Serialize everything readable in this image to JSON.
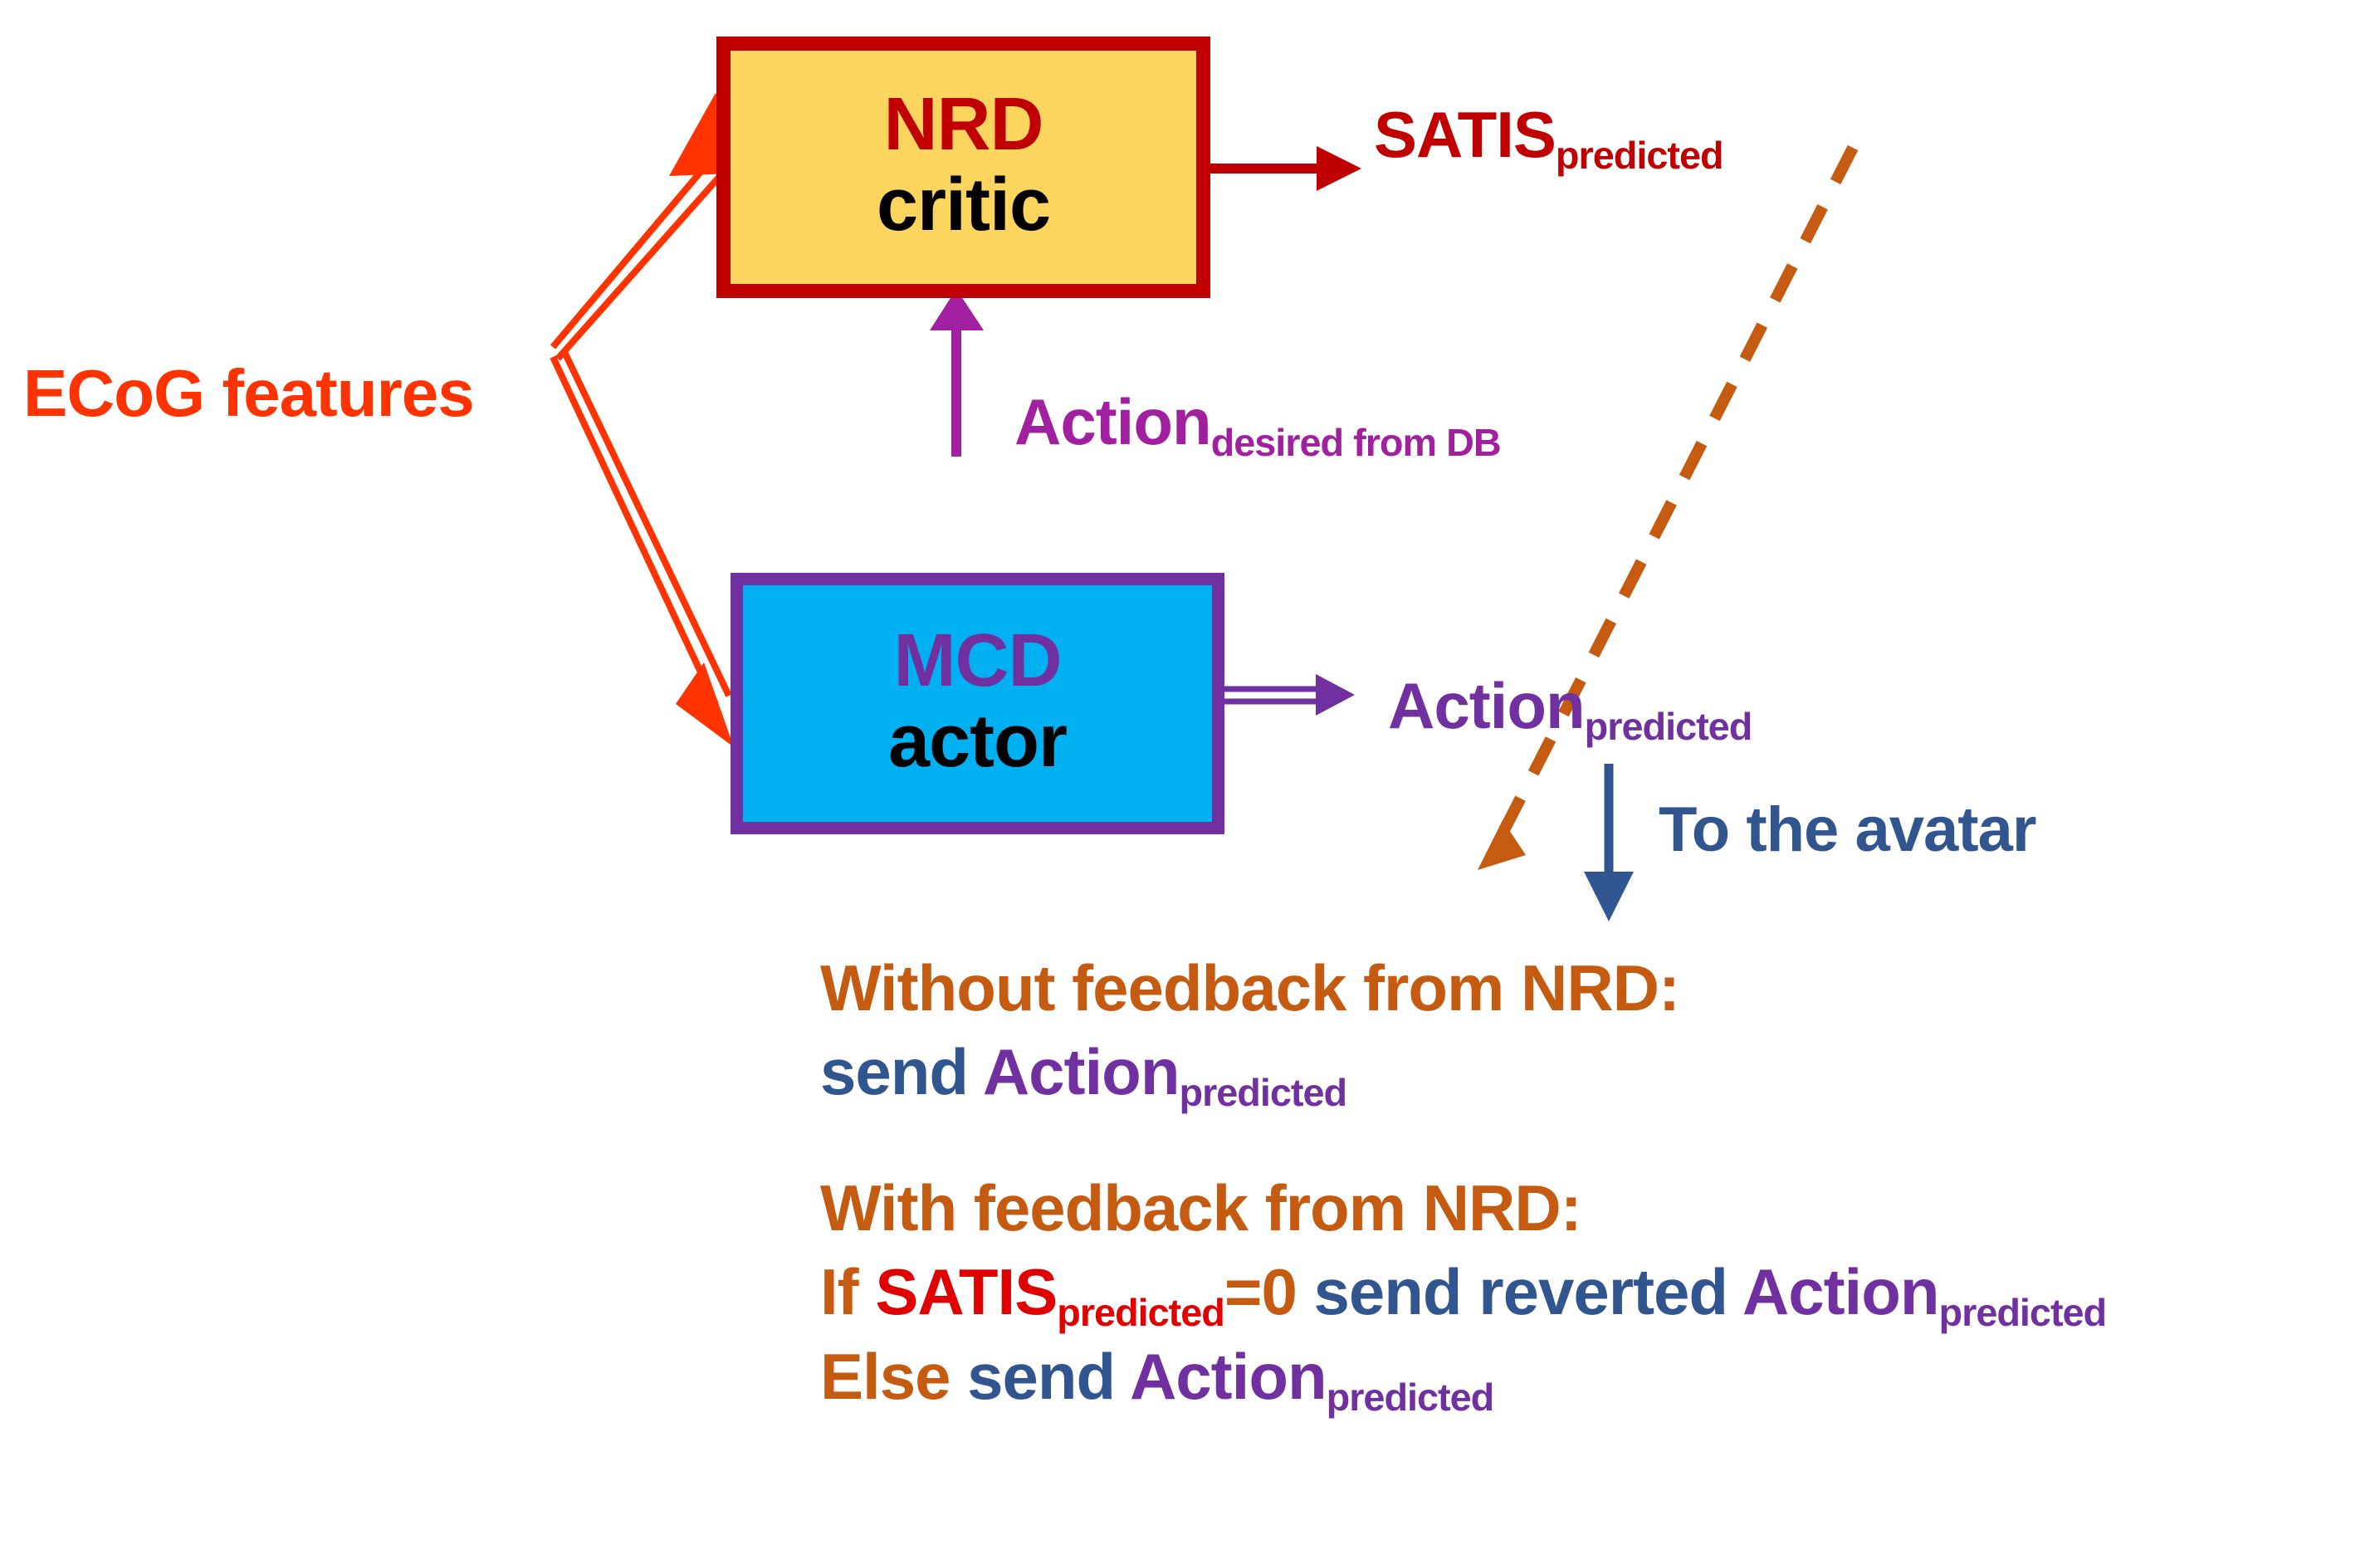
{
  "diagram": {
    "title": "NRD critic / MCD actor feedback schematic",
    "nodes": [
      {
        "id": "nrd",
        "title": "NRD",
        "subtitle": "critic",
        "fill": "#FCD55F",
        "border": "#C00000",
        "title_color": "#C00000"
      },
      {
        "id": "mcd",
        "title": "MCD",
        "subtitle": "actor",
        "fill": "#00B0F0",
        "border": "#7030A0",
        "title_color": "#7030A0"
      }
    ],
    "labels": {
      "ecog_features": "ECoG features",
      "satis_predicted_base": "SATIS",
      "satis_predicted_sub": "predicted",
      "action_desired_base": "Action",
      "action_desired_sub": "desired from DB",
      "action_predicted_base": "Action",
      "action_predicted_sub": "predicted",
      "to_the_avatar": "To the avatar"
    },
    "notes": {
      "without_heading": "Without feedback from NRD:",
      "without_send": "send ",
      "without_action_base": "Action",
      "without_action_sub": "predicted",
      "with_heading": "With feedback from NRD:",
      "if_word": "If ",
      "if_satis_base": "SATIS",
      "if_satis_sub": "predicted",
      "if_equals_zero": "=0 ",
      "if_send_reverted": "send reverted ",
      "if_action_base": "Action",
      "if_action_sub": "predicted",
      "else_word": "Else ",
      "else_send": "send ",
      "else_action_base": "Action",
      "else_action_sub": "predicted"
    },
    "colors": {
      "ecog_arrow": "#FF3300",
      "satis_arrow": "#C00000",
      "action_desired_arrow": "#A0209F",
      "action_predicted_arrow": "#7030A0",
      "avatar_arrow": "#31558F",
      "feedback_dashed": "#C55A11",
      "note_orange": "#C55A11",
      "note_blue": "#31558F",
      "note_purple": "#7030A0",
      "note_red": "#E00000"
    }
  }
}
